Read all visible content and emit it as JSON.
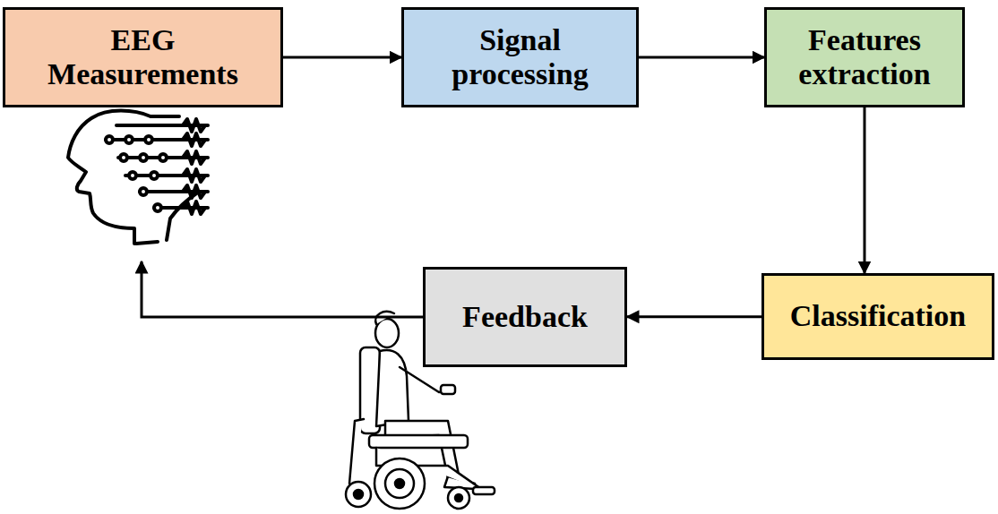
{
  "diagram": {
    "nodes": [
      {
        "text": [
          "EEG Measurements"
        ]
      },
      {
        "text": [
          "Signal processing"
        ]
      },
      {
        "text": [
          "Features extraction"
        ]
      },
      {
        "text": [
          "Classification"
        ]
      },
      {
        "text": [
          "Feedback"
        ]
      }
    ],
    "edges": [
      {
        "from": 0,
        "to": 1,
        "arrow": "to"
      },
      {
        "from": 1,
        "to": 2,
        "arrow": "to"
      },
      {
        "from": 2,
        "to": 3,
        "arrow": "to"
      },
      {
        "from": 3,
        "to": 4,
        "arrow": "to"
      },
      {
        "from": 4,
        "to": 0,
        "arrow": "to"
      }
    ]
  }
}
